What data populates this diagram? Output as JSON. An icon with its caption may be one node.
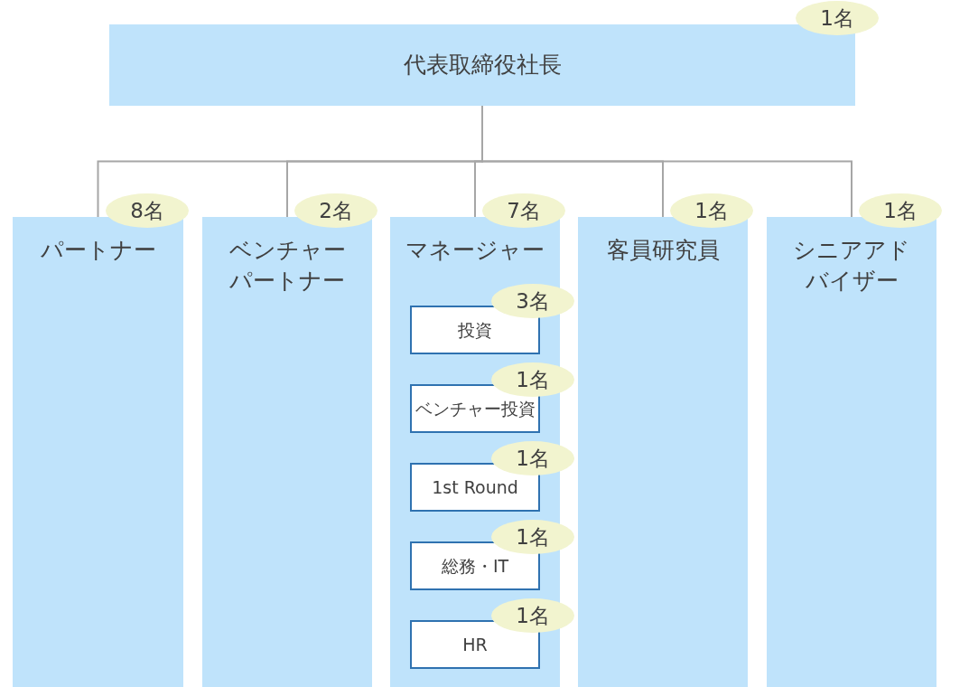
{
  "diagram": {
    "nodes": [
      {
        "text": [
          "代表取締役社長"
        ],
        "beside": [
          "1名"
        ]
      },
      {
        "text": [
          "パートナー"
        ],
        "beside": [
          "8名"
        ]
      },
      {
        "text": [
          "ベンチャーパートナー"
        ],
        "beside": [
          "2名"
        ]
      },
      {
        "text": [
          "マネージャー"
        ],
        "beside": [
          "7名"
        ]
      },
      {
        "text": [
          "投資"
        ],
        "in": 3,
        "beside": [
          "3名"
        ]
      },
      {
        "text": [
          "ベンチャー投資"
        ],
        "in": 3,
        "beside": [
          "1名"
        ]
      },
      {
        "text": [
          "1st Round"
        ],
        "in": 3,
        "beside": [
          "1名"
        ]
      },
      {
        "text": [
          "総務・IT"
        ],
        "in": 3,
        "beside": [
          "1名"
        ]
      },
      {
        "text": [
          "HR"
        ],
        "in": 3,
        "beside": [
          "1名"
        ]
      },
      {
        "text": [
          "客員研究員"
        ],
        "beside": [
          "1名"
        ]
      },
      {
        "text": [
          "シニアアドバイザー"
        ],
        "beside": [
          "1名"
        ]
      }
    ],
    "edges": [
      {
        "from": 0,
        "to": 1,
        "arrow": "none"
      },
      {
        "from": 0,
        "to": 2,
        "arrow": "none"
      },
      {
        "from": 0,
        "to": 3,
        "arrow": "none"
      },
      {
        "from": 0,
        "to": 9,
        "arrow": "none"
      },
      {
        "from": 0,
        "to": 10,
        "arrow": "none"
      }
    ]
  }
}
